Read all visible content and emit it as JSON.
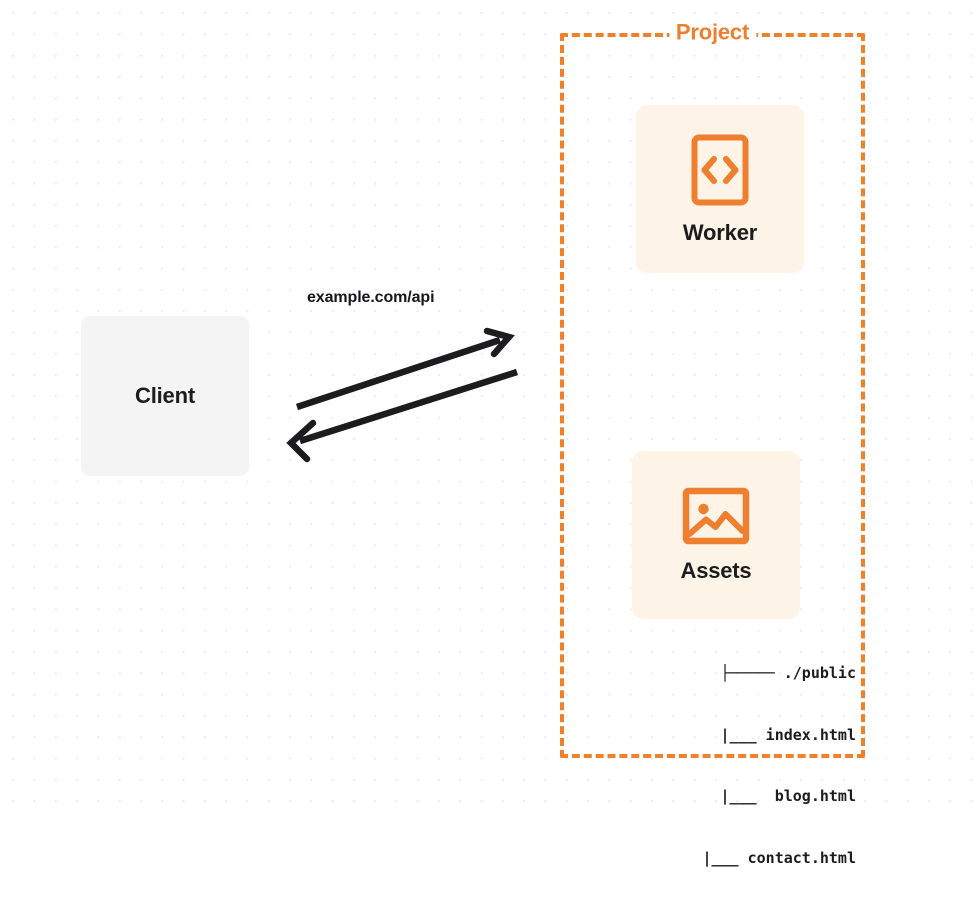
{
  "diagram": {
    "title": "Worker and Assets request flow",
    "background": {
      "dot_color": "#ebebeb",
      "page_color": "#ffffff"
    },
    "client": {
      "label": "Client",
      "fill": "#f4f4f5",
      "text_color": "#1c1c1e"
    },
    "connection": {
      "label": "example.com/api",
      "stroke": "#1c1c1e",
      "request_direction": "client-to-project",
      "response_direction": "project-to-client"
    },
    "project_group": {
      "title": "Project",
      "border_color": "#f08029",
      "border_style": "dashed"
    },
    "services": [
      {
        "id": "worker",
        "label": "Worker",
        "icon": "code-brackets-icon",
        "fill": "#fdf3e7",
        "icon_color": "#ee7f2e"
      },
      {
        "id": "assets",
        "label": "Assets",
        "icon": "image-icon",
        "fill": "#fdf3e7",
        "icon_color": "#ee7f2e"
      }
    ],
    "file_tree": {
      "lines": [
        "├───── ./public",
        "      |___ index.html",
        "      |___  blog.html",
        "      |___ contact.html"
      ],
      "root": "./public",
      "files": [
        "index.html",
        "blog.html",
        "contact.html"
      ]
    }
  }
}
